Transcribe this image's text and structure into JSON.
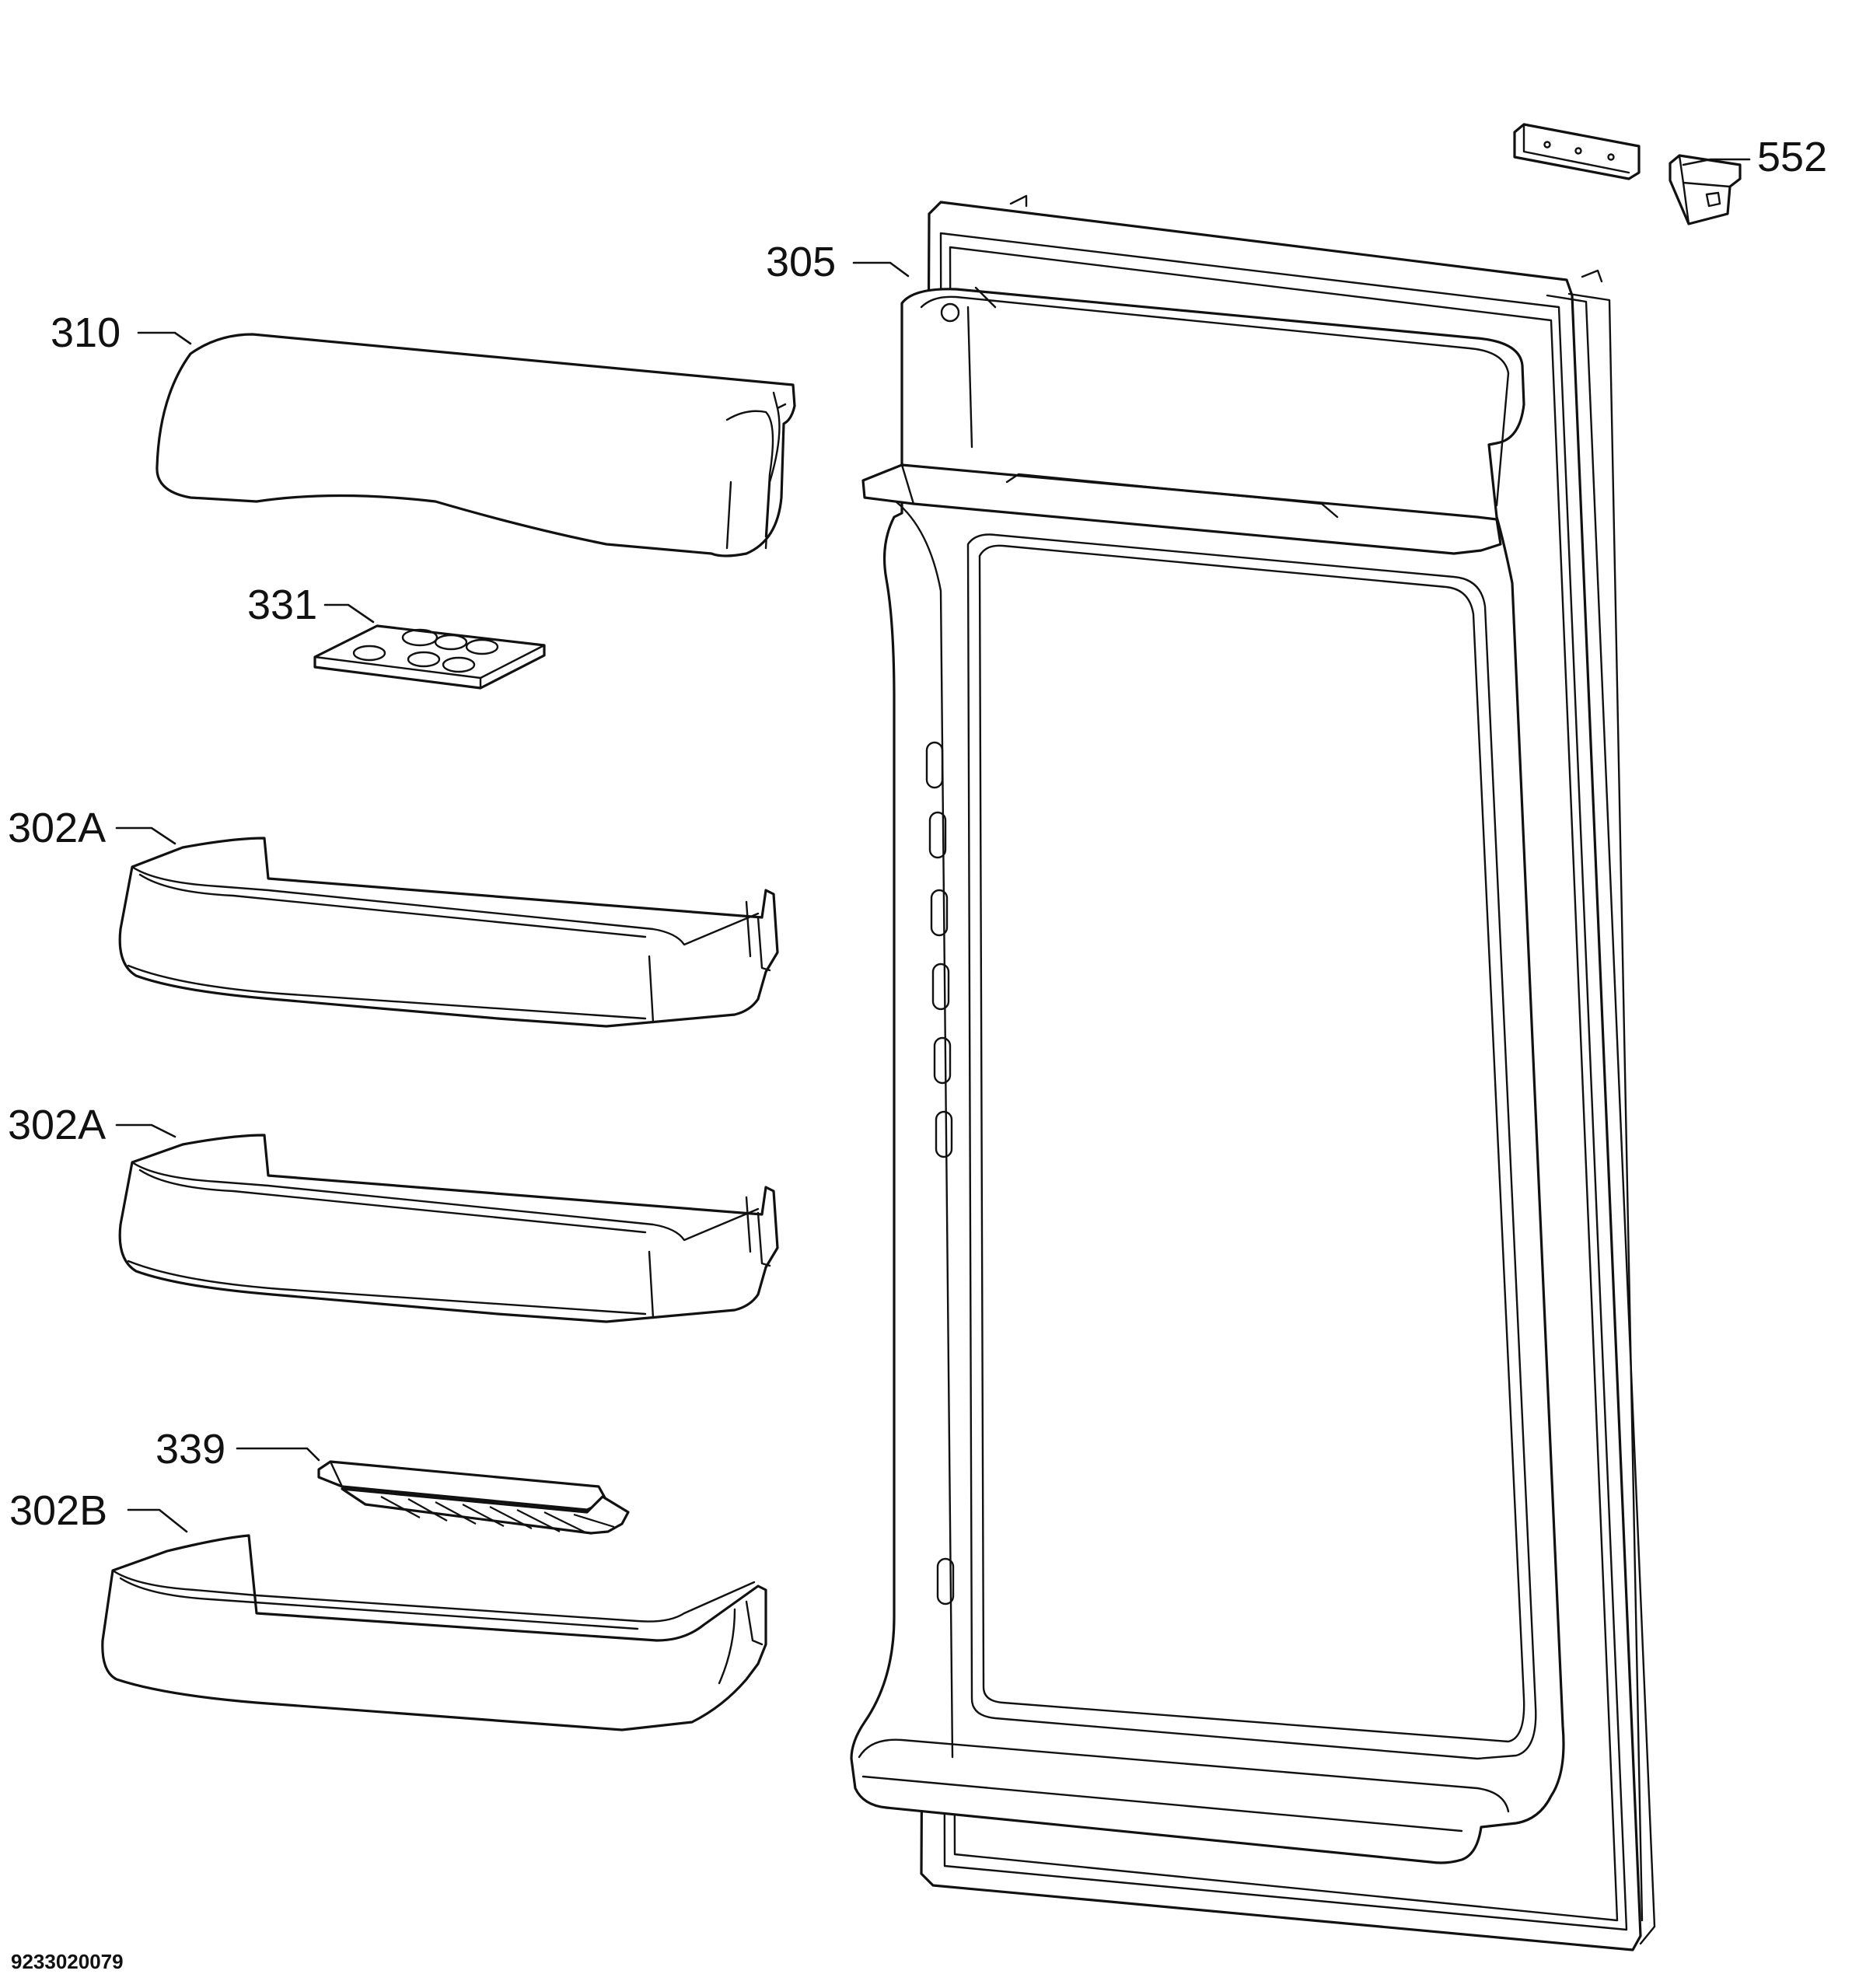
{
  "parts": [
    {
      "id": "door-assembly",
      "label": "305"
    },
    {
      "id": "hinge-bracket",
      "label": "552"
    },
    {
      "id": "dairy-lid",
      "label": "310"
    },
    {
      "id": "egg-tray",
      "label": "331"
    },
    {
      "id": "door-shelf-upper",
      "label": "302A"
    },
    {
      "id": "door-shelf-middle",
      "label": "302A"
    },
    {
      "id": "bottle-retainer",
      "label": "339"
    },
    {
      "id": "door-shelf-bottom",
      "label": "302B"
    }
  ],
  "document_id": "9233020079"
}
